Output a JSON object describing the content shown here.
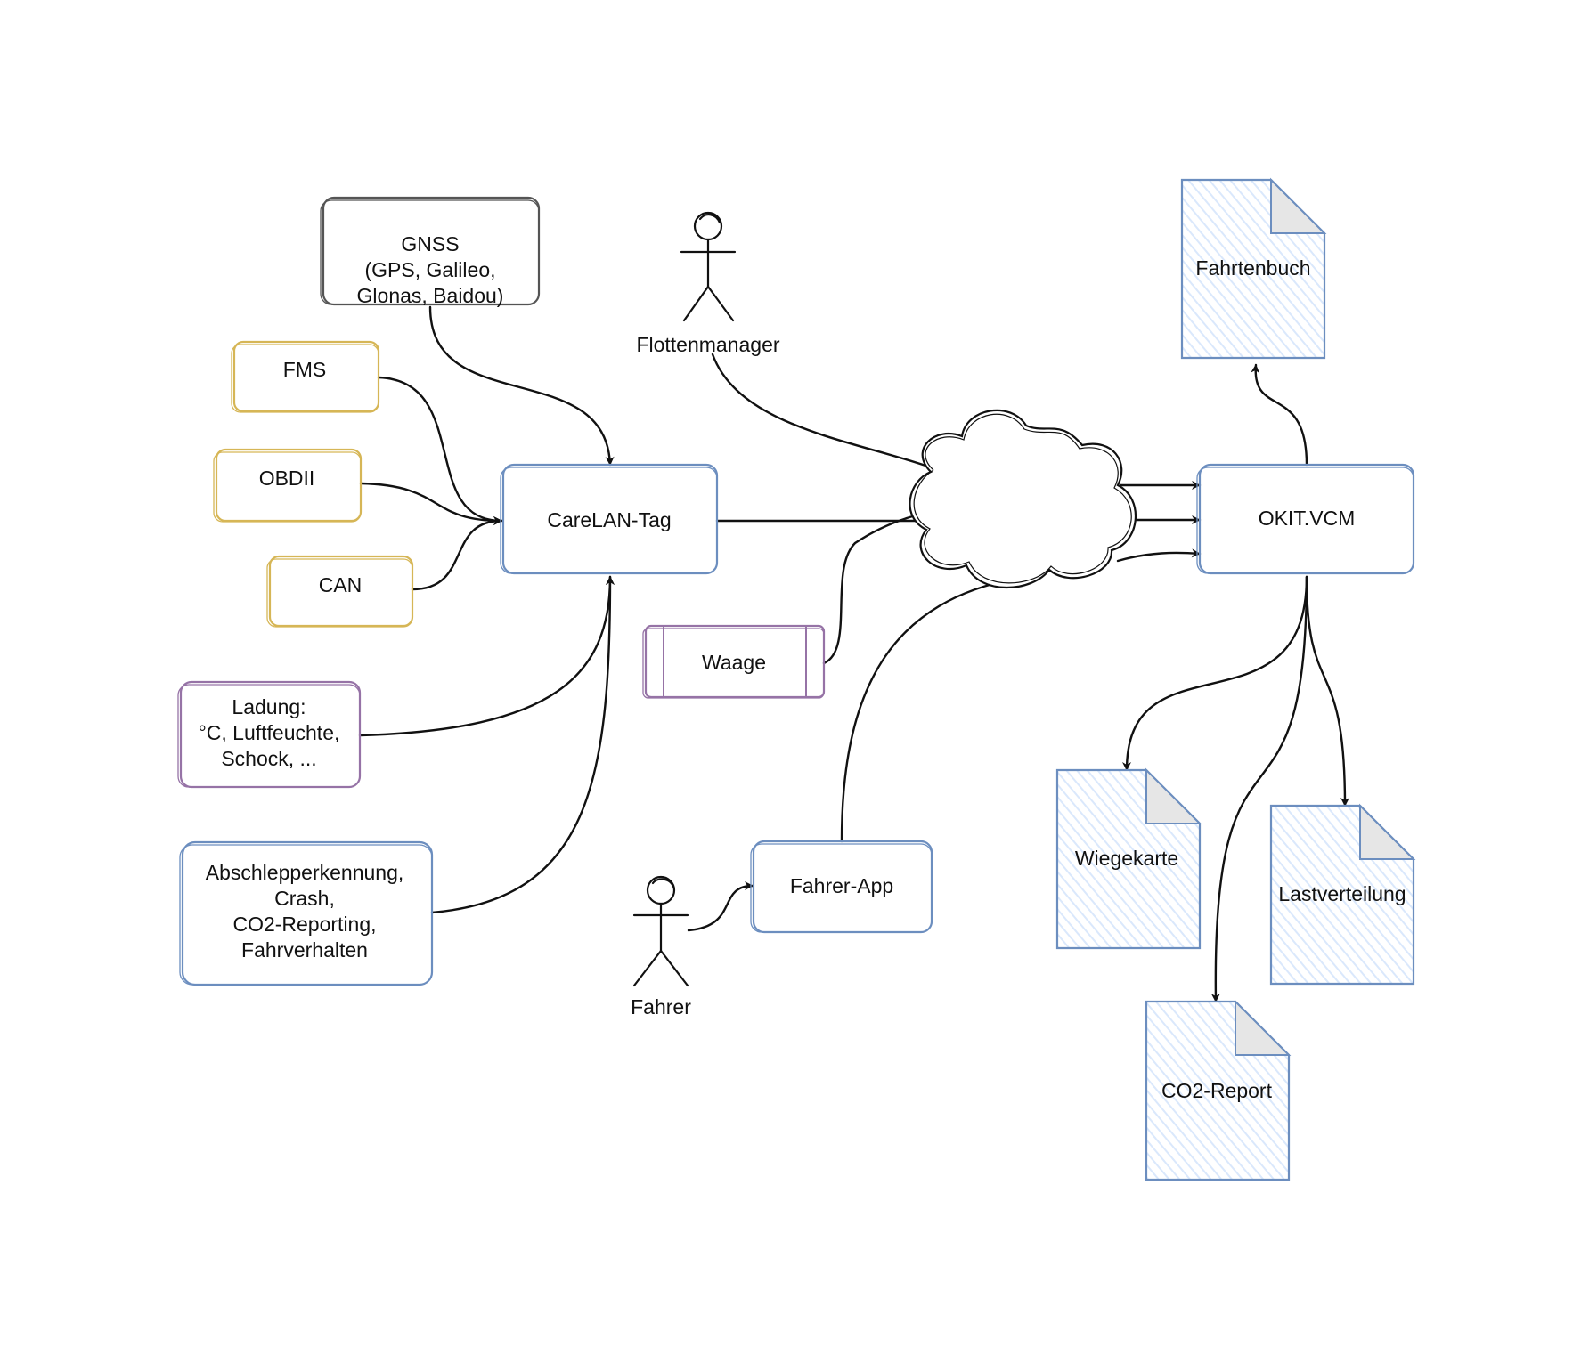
{
  "colors": {
    "gray": "#555555",
    "yellow": "#d6b656",
    "yellow_fill": "#fff2cc",
    "blue": "#6c8ebf",
    "blue_fill": "#dae8fc",
    "purple": "#9673a6",
    "purple_fill": "#e1d5e7",
    "ink": "#111111"
  },
  "nodes": {
    "gnss": {
      "lines": [
        "GNSS",
        "(GPS, Galileo,",
        "Glonas, Baidou)"
      ]
    },
    "fms": {
      "lines": [
        "FMS"
      ]
    },
    "obdii": {
      "lines": [
        "OBDII"
      ]
    },
    "can": {
      "lines": [
        "CAN"
      ]
    },
    "ladung": {
      "lines": [
        "Ladung:",
        "°C, Luftfeuchte,",
        "Schock, ..."
      ]
    },
    "abschlepp": {
      "lines": [
        "Abschlepperkennung,",
        "Crash,",
        "CO2-Reporting,",
        "Fahrverhalten"
      ]
    },
    "carelan": {
      "lines": [
        "CareLAN-Tag"
      ]
    },
    "waage": {
      "lines": [
        "Waage"
      ]
    },
    "fahrer_app": {
      "lines": [
        "Fahrer-App"
      ]
    },
    "okit": {
      "lines": [
        "OKIT.VCM"
      ]
    },
    "fahrtenbuch": {
      "lines": [
        "Fahrtenbuch"
      ]
    },
    "wiegekarte": {
      "lines": [
        "Wiegekarte"
      ]
    },
    "lastverteilung": {
      "lines": [
        "Lastverteilung"
      ]
    },
    "co2report": {
      "lines": [
        "CO2-Report"
      ]
    }
  },
  "actors": {
    "flottenmanager": "Flottenmanager",
    "fahrer": "Fahrer"
  },
  "icons": {
    "actor": "stick-figure-icon",
    "cloud": "cloud-icon",
    "document": "document-icon"
  }
}
